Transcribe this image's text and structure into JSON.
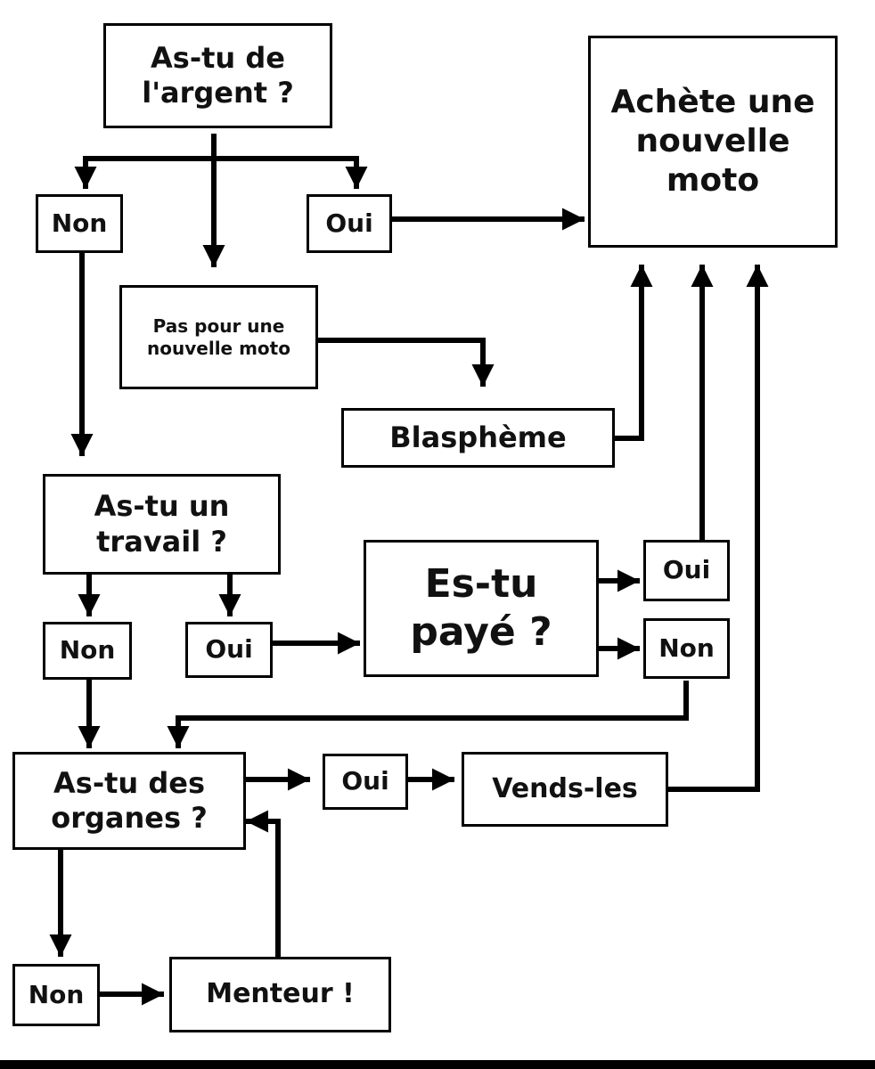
{
  "nodes": {
    "q_money": "As-tu de l'argent ?",
    "buy": "Achète une nouvelle moto",
    "money_no": "Non",
    "money_yes": "Oui",
    "money_other": "Pas pour une nouvelle moto",
    "blasphemy": "Blasphème",
    "q_job": "As-tu un travail ?",
    "job_no": "Non",
    "job_yes": "Oui",
    "q_paid": "Es-tu payé ?",
    "paid_yes": "Oui",
    "paid_no": "Non",
    "q_organs": "As-tu des organes ?",
    "organs_yes": "Oui",
    "sell": "Vends-les",
    "organs_no": "Non",
    "liar": "Menteur !"
  },
  "colors": {
    "line": "#000000",
    "box_border": "#000000",
    "background": "#ffffff",
    "text": "#111111"
  }
}
